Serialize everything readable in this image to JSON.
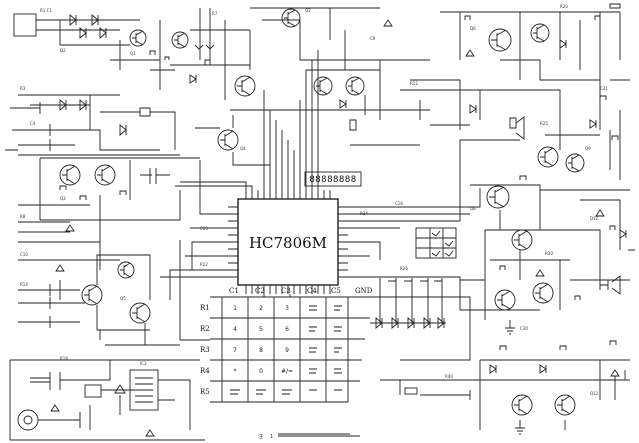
{
  "ic": {
    "name": "HC7806M"
  },
  "lcd": {
    "digits": "88888888"
  },
  "keypad": {
    "col_headers": [
      "C1",
      "C2",
      "C3",
      "C4",
      "C5"
    ],
    "row_labels": [
      "R1",
      "R2",
      "R3",
      "R4",
      "R5"
    ],
    "keys": [
      [
        "1",
        "2",
        "3",
        "",
        ""
      ],
      [
        "4",
        "5",
        "6",
        "",
        ""
      ],
      [
        "7",
        "8",
        "9",
        "",
        ""
      ],
      [
        "*",
        "0",
        "#/=",
        "",
        ""
      ],
      [
        "",
        "",
        "",
        "",
        ""
      ]
    ],
    "gnd_label": "GND"
  },
  "figure_number": "1",
  "caption_note": "注"
}
